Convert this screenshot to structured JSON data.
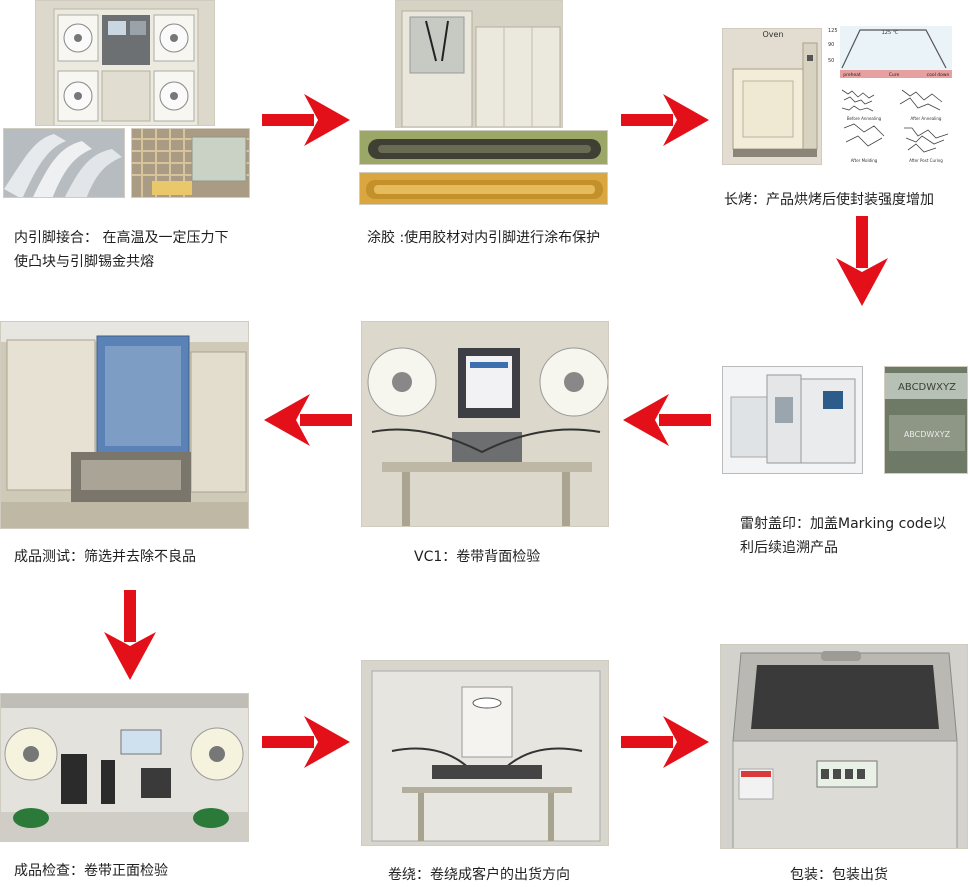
{
  "steps": [
    {
      "id": "inner-lead-bonding",
      "caption": "内引脚接合： 在高温及一定压力下\n使凸块与引脚锡金共熔"
    },
    {
      "id": "coating",
      "caption": "涂胶 :使用胶材对内引脚进行涂布保护"
    },
    {
      "id": "long-bake",
      "caption": "长烤：产品烘烤后使封装强度增加"
    },
    {
      "id": "laser-marking",
      "caption": "雷射盖印：加盖Marking code以\n利后续追溯产品"
    },
    {
      "id": "vc1",
      "caption": "VC1：卷带背面检验"
    },
    {
      "id": "final-test",
      "caption": "成品测试：筛选并去除不良品"
    },
    {
      "id": "final-inspection",
      "caption": "成品检查：卷带正面检验"
    },
    {
      "id": "reeling",
      "caption": "卷绕：卷绕成客户的出货方向"
    },
    {
      "id": "packing",
      "caption": "包装：包装出货"
    }
  ],
  "oven_figure": {
    "title": "Oven",
    "curve_peak": "125 ℃",
    "y_ticks": [
      "125",
      "90",
      "50"
    ],
    "phases": [
      "preheat",
      "Cure",
      "cool down"
    ],
    "panel_labels": [
      "Before Annealing",
      "After Annealing",
      "After Molding",
      "After Post Curing"
    ]
  },
  "marking_sample": {
    "line1": "ABCDWXYZ",
    "line2": "ABCDWXYZ"
  },
  "colors": {
    "arrow": "#e3101a",
    "machine": "#e4e0d3",
    "tape": "#2b7a3a"
  }
}
